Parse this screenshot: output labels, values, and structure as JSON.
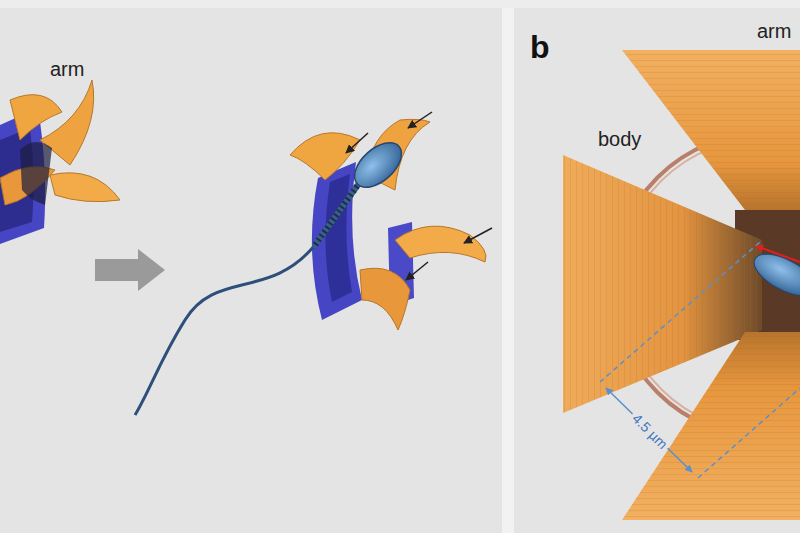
{
  "diagram": {
    "labels": [
      "arm",
      "b",
      "body",
      "arm",
      "4.5 µm"
    ]
  }
}
